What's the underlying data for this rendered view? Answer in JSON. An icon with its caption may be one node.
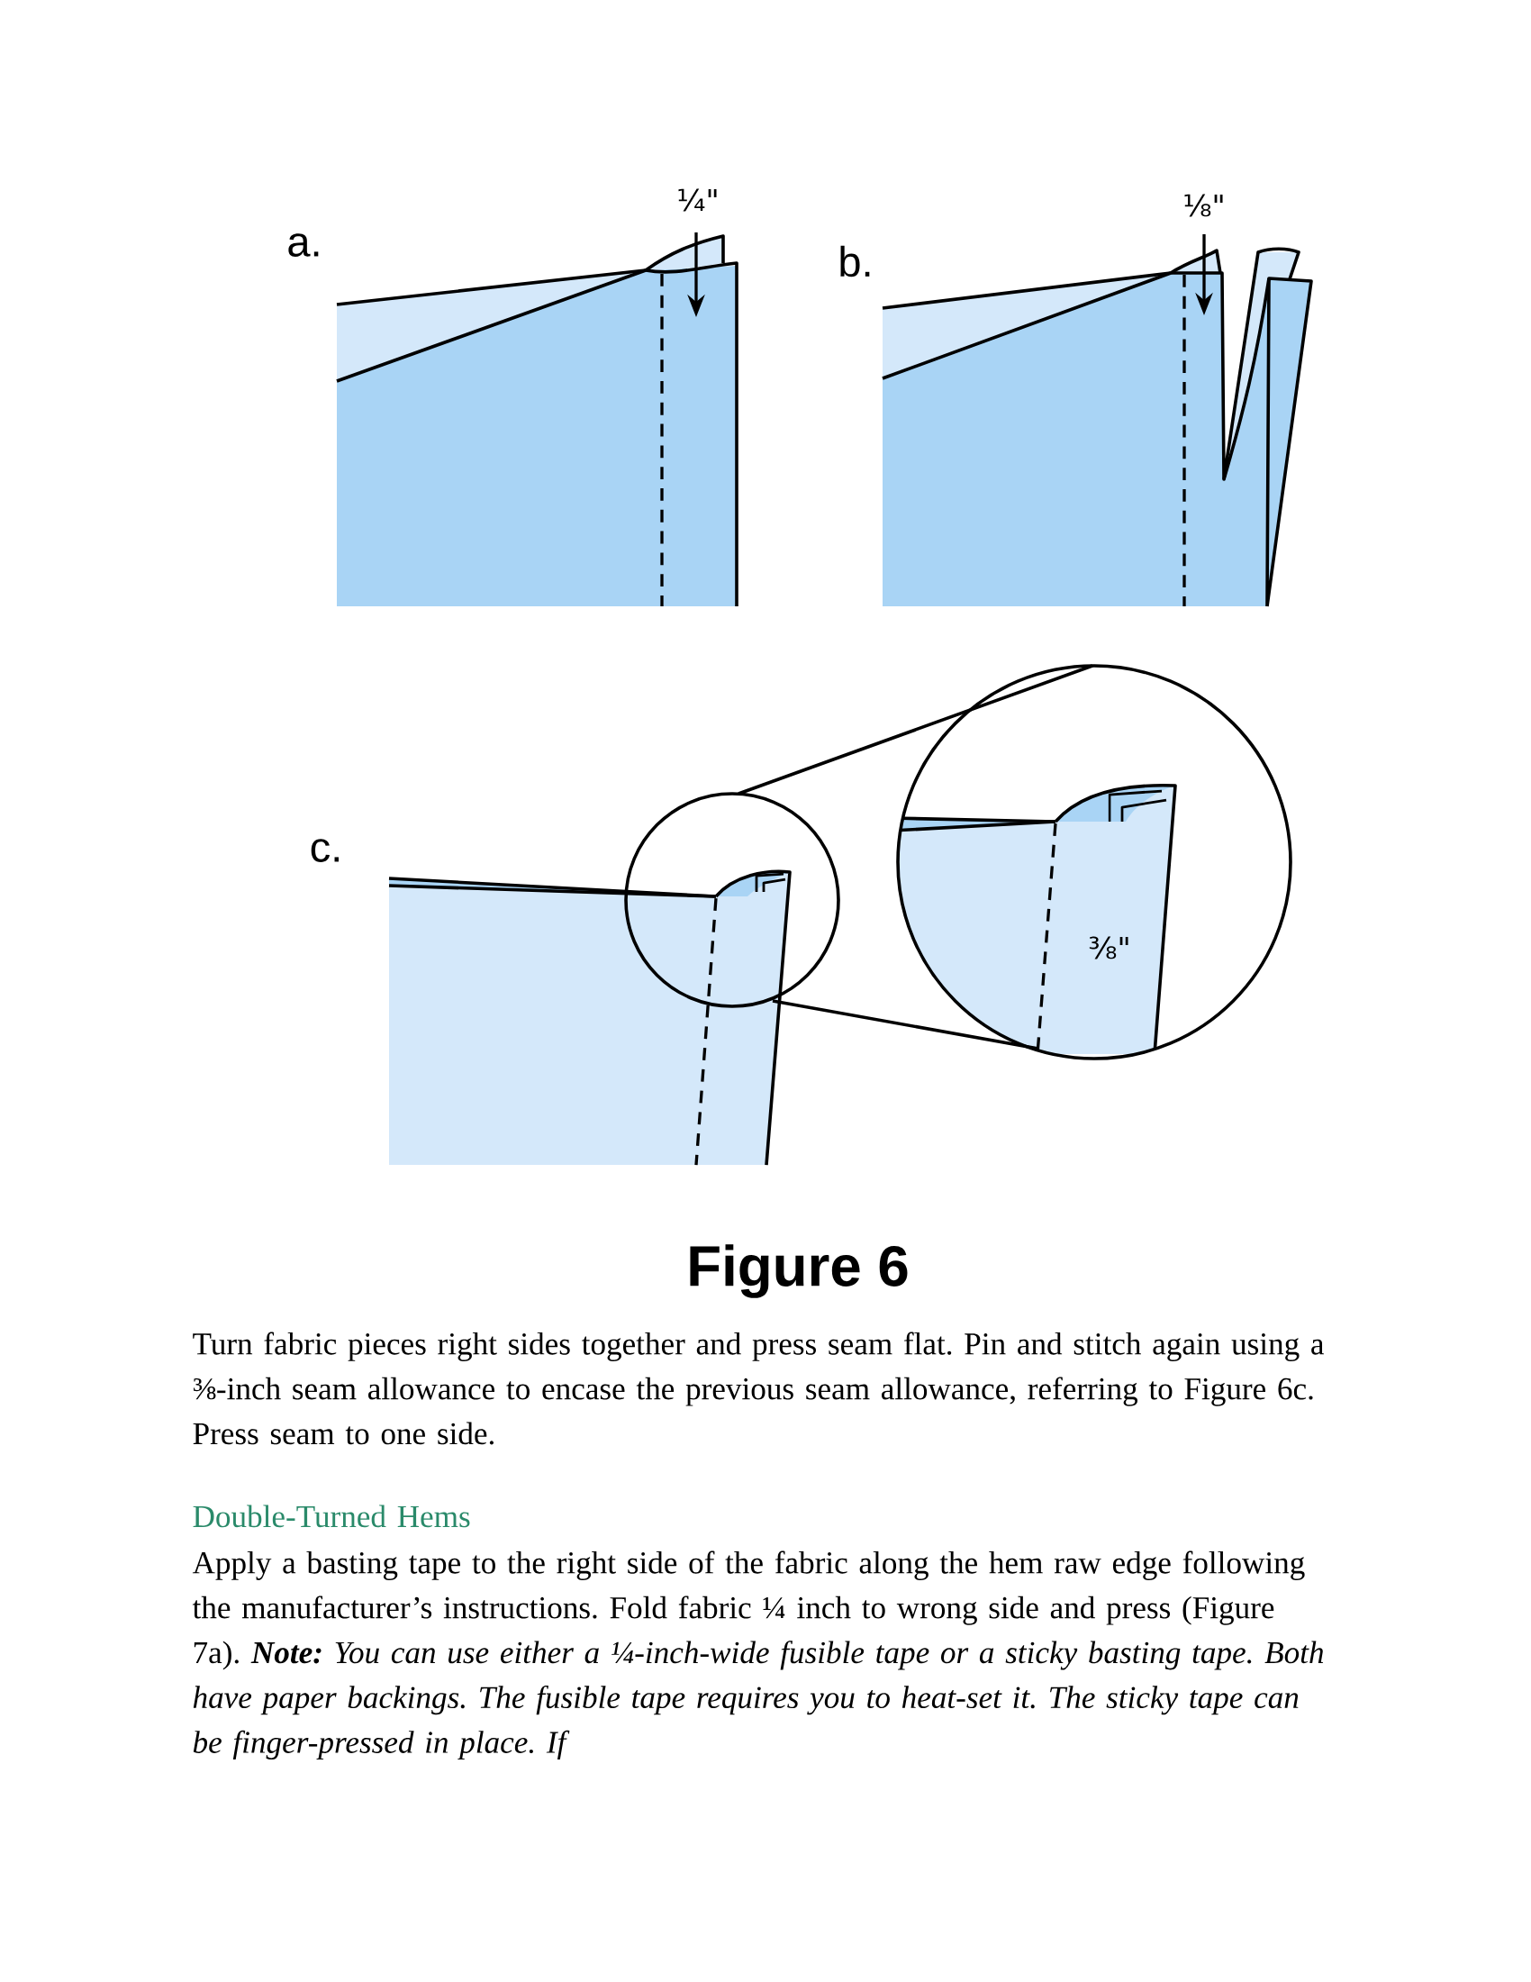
{
  "diagram": {
    "caption": "Figure 6",
    "labels": [
      "a.",
      "¼\"",
      "b.",
      "⅛\"",
      "c.",
      "⅜\"",
      "Turn fabric pieces right sides together and press seam flat. Pin and stitch again using a ⅜-inch seam allowance to encase the previous seam allowance, referring to Figure 6c. Press seam to one side.",
      "Double-Turned Hems",
      "Apply a basting tape to the right side of the fabric along the hem raw edge following the manufacturer’s instructions. Fold fabric ¼ inch to wrong side and press (Figure 7a). **Note:** *You can use either a ¼-inch-wide fusible tape or a sticky basting tape. Both have paper backings. The fusible tape requires you to heat-set it. The sticky tape can be finger-pressed in place. If*"
    ]
  }
}
